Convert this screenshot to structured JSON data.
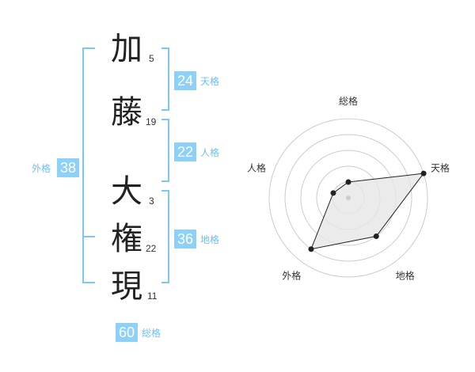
{
  "name": {
    "characters": [
      {
        "char": "加",
        "strokes": "5"
      },
      {
        "char": "藤",
        "strokes": "19"
      },
      {
        "char": "大",
        "strokes": "3"
      },
      {
        "char": "権",
        "strokes": "22"
      },
      {
        "char": "現",
        "strokes": "11"
      }
    ]
  },
  "scores": {
    "tenkaku": {
      "value": "24",
      "label": "天格"
    },
    "jinkaku": {
      "value": "22",
      "label": "人格"
    },
    "chikaku": {
      "value": "36",
      "label": "地格"
    },
    "gaikaku": {
      "value": "38",
      "label": "外格"
    },
    "soukaku": {
      "value": "60",
      "label": "総格"
    }
  },
  "radar": {
    "axes": [
      "総格",
      "天格",
      "地格",
      "外格",
      "人格"
    ],
    "levels": [
      0.2,
      1.0,
      0.6,
      0.8,
      0.2
    ],
    "fill_color": "#e6e6e6",
    "line_color": "#222222",
    "grid_color": "#cccccc"
  },
  "colors": {
    "bracket": "#7cc8f0",
    "badge": "#8fd0f6",
    "label": "#6ec0ec"
  }
}
